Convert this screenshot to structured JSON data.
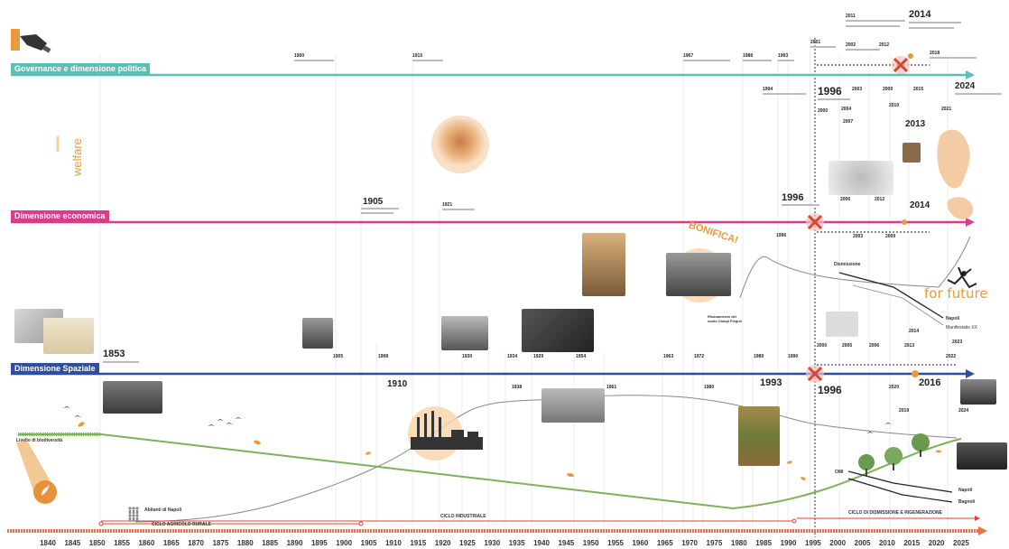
{
  "bands": {
    "governance": {
      "label": "Governance e dimensione politica",
      "color": "#5bbfb5"
    },
    "economica": {
      "label": "Dimensione economica",
      "color": "#d63d8a"
    },
    "spaziale": {
      "label": "Dimensione Spaziale",
      "color": "#2f4f9e"
    }
  },
  "side_labels": {
    "welfare": "welfare",
    "welfare_chevrons": "»»»»»»",
    "biodiversita": "Livello di biodiversità",
    "abitanti": "Abitanti di Napoli",
    "dismissione": "Dismissione",
    "bonifica": "BONIFICA!",
    "for_future": "for future",
    "risanamento": "Risanamento del suolo Campi Flegrei",
    "mumble": "Manifestatio XX",
    "napoli_eco": "Napoli",
    "napoli_sp": "Napoli",
    "bagnoli": "Bagnoli",
    "omi": "OMI"
  },
  "year_labels": {
    "g1900": "1900",
    "g1915": "1915",
    "g1967": "1967",
    "g1988": "1988",
    "g1993": "1993",
    "g1994": "1994",
    "g2001": "2001",
    "g2002": "2002",
    "g2011": "2011",
    "g2012": "2012",
    "g2014": "2014",
    "g2018": "2018",
    "g2024": "2024",
    "g1996": "1996",
    "g2003": "2003",
    "g2009": "2009",
    "g2015": "2015",
    "g2004": "2004",
    "g2007": "2007",
    "g2013": "2013",
    "g2021": "2021",
    "g2010": "2010",
    "g2000": "2000",
    "e1905": "1905",
    "e1921": "1921",
    "e1996": "1996",
    "e2014": "2014",
    "e2006": "2006",
    "e2012": "2012",
    "e1996b": "1996",
    "e2003": "2003",
    "e2009": "2009",
    "s1853": "1853",
    "s1905": "1905",
    "s1908": "1908",
    "s1910": "1910",
    "s1930": "1930",
    "s1934": "1934",
    "s1929": "1929",
    "s1954": "1954",
    "s1938": "1938",
    "s1961": "1961",
    "s1963": "1963",
    "s1972": "1972",
    "s1980": "1980",
    "s1989": "1989",
    "s1990": "1990",
    "s1993": "1993",
    "s1996": "1996",
    "s2000": "2000",
    "s2005": "2005",
    "s2006": "2006",
    "s2013": "2013",
    "s2014": "2014",
    "s2016": "2016",
    "s2022": "2022",
    "s2024": "2024",
    "s2019": "2019",
    "s2020": "2020",
    "s2023": "2023"
  },
  "cycles": {
    "agricolo": "CICLO AGRICOLO RURALE",
    "industriale": "CICLO INDUSTRIALE",
    "dismissione": "CICLO DI DISMISSIONE E RIGENERAZIONE"
  },
  "x_axis": [
    "1840",
    "1845",
    "1850",
    "1855",
    "1860",
    "1865",
    "1870",
    "1875",
    "1880",
    "1885",
    "1890",
    "1895",
    "1900",
    "1905",
    "1910",
    "1915",
    "1920",
    "1925",
    "1930",
    "1935",
    "1940",
    "1945",
    "1950",
    "1955",
    "1960",
    "1965",
    "1970",
    "1975",
    "1980",
    "1985",
    "1990",
    "1995",
    "2000",
    "2005",
    "2010",
    "2015",
    "2020",
    "2025"
  ],
  "colors": {
    "orange": "#e99a3a",
    "red": "#d6453a",
    "green": "#7fb05a",
    "gray_line": "#888888",
    "dark": "#222222"
  }
}
